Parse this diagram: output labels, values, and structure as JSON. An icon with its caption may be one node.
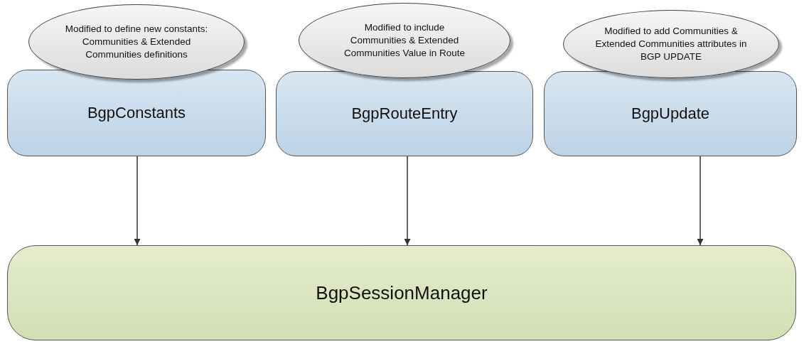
{
  "diagram": {
    "nodes": [
      {
        "text": [
          "Modified to define new constants: Communities & Extended Communities definitions"
        ]
      },
      {
        "text": [
          "Modified to include Communities & Extended Communities Value in Route"
        ]
      },
      {
        "text": [
          "Modified to add Communities & Extended Communities attributes in BGP UPDATE"
        ]
      },
      {
        "text": [
          "BgpConstants"
        ]
      },
      {
        "text": [
          "BgpRouteEntry"
        ]
      },
      {
        "text": [
          "BgpUpdate"
        ]
      },
      {
        "text": [
          "BgpSessionManager"
        ]
      }
    ],
    "edges": [
      {
        "from": 3,
        "to": 6,
        "arrow": "to"
      },
      {
        "from": 4,
        "to": 6,
        "arrow": "to"
      },
      {
        "from": 5,
        "to": 6,
        "arrow": "to"
      }
    ]
  }
}
